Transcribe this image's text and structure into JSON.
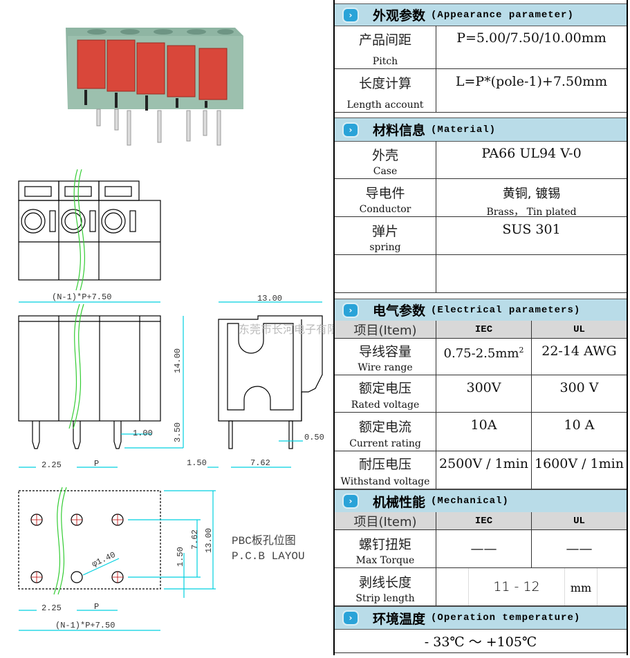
{
  "drawings": {
    "length_formula": "(N-1)*P+7.50",
    "width_13": "13.00",
    "height_14": "14.00",
    "pin_len": "3.50",
    "pin_width": "1.00",
    "pin_offset": "2.25",
    "pitch": "P",
    "side_offset": "1.50",
    "side_pitch": "7.62",
    "side_pin": "0.50",
    "watermark": "东莞市长河电子有限",
    "pcb_hole": "φ1.40",
    "pcb_row_spacing": "7.62",
    "pcb_offset": "1.50",
    "pcb_height": "13.00",
    "pcb_offset_x": "2.25",
    "pcb_pitch": "P",
    "pcb_length": "(N-1)*P+7.50",
    "pcb_title_zh": "PBC板孔位图",
    "pcb_title_en": "P.C.B LAYOU"
  },
  "appearance": {
    "title_zh": "外观参数",
    "title_en": "(Appearance parameter)",
    "rows": [
      {
        "zh": "产品间距",
        "en": "Pitch",
        "value": "P=5.00/7.50/10.00mm"
      },
      {
        "zh": "长度计算",
        "en": "Length account",
        "value": "L=P*(pole-1)+7.50mm"
      }
    ]
  },
  "material": {
    "title_zh": "材料信息",
    "title_en": "(Material)",
    "rows": [
      {
        "zh": "外壳",
        "en": "Case",
        "value": "PA66 UL94 V-0",
        "sub": ""
      },
      {
        "zh": "导电件",
        "en": "Conductor",
        "value": "黄铜, 镀锡",
        "sub": "Brass， Tin plated"
      },
      {
        "zh": "弹片",
        "en": "spring",
        "value": "SUS  301",
        "sub": ""
      }
    ]
  },
  "electrical": {
    "title_zh": "电气参数",
    "title_en": "(Electrical parameters)",
    "head": {
      "item": "项目(Item)",
      "iec": "IEC",
      "ul": "UL"
    },
    "rows": [
      {
        "zh": "导线容量",
        "en": "Wire range",
        "iec": "0.75-2.5mm",
        "iec_sup": "2",
        "ul": "22-14  AWG"
      },
      {
        "zh": "额定电压",
        "en": "Rated voltage",
        "iec": "300V",
        "ul": "300 V"
      },
      {
        "zh": "额定电流",
        "en": "Current rating",
        "iec": "10A",
        "ul": "10  A"
      },
      {
        "zh": "耐压电压",
        "en": "Withstand voltage",
        "iec": "2500V / 1min",
        "ul": "1600V / 1min"
      }
    ]
  },
  "mechanical": {
    "title_zh": "机械性能",
    "title_en": "(Mechanical)",
    "head": {
      "item": "项目(Item)",
      "iec": "IEC",
      "ul": "UL"
    },
    "rows": [
      {
        "zh": "螺钉扭矩",
        "en": "Max Torque",
        "iec": "——",
        "ul": "——"
      },
      {
        "zh": "剥线长度",
        "en": "Strip length",
        "value": "11  -  12",
        "unit": "mm"
      }
    ]
  },
  "temperature": {
    "title_zh": "环境温度",
    "title_en": "(Operation temperature)",
    "value": "- 33℃  ～  +105℃"
  },
  "colors": {
    "header_bg": "#b9dce8",
    "icon": "#2aa3d8",
    "dim": "#00d0e0",
    "body_green": "#8fb5a3",
    "lever_red": "#d9473a"
  }
}
